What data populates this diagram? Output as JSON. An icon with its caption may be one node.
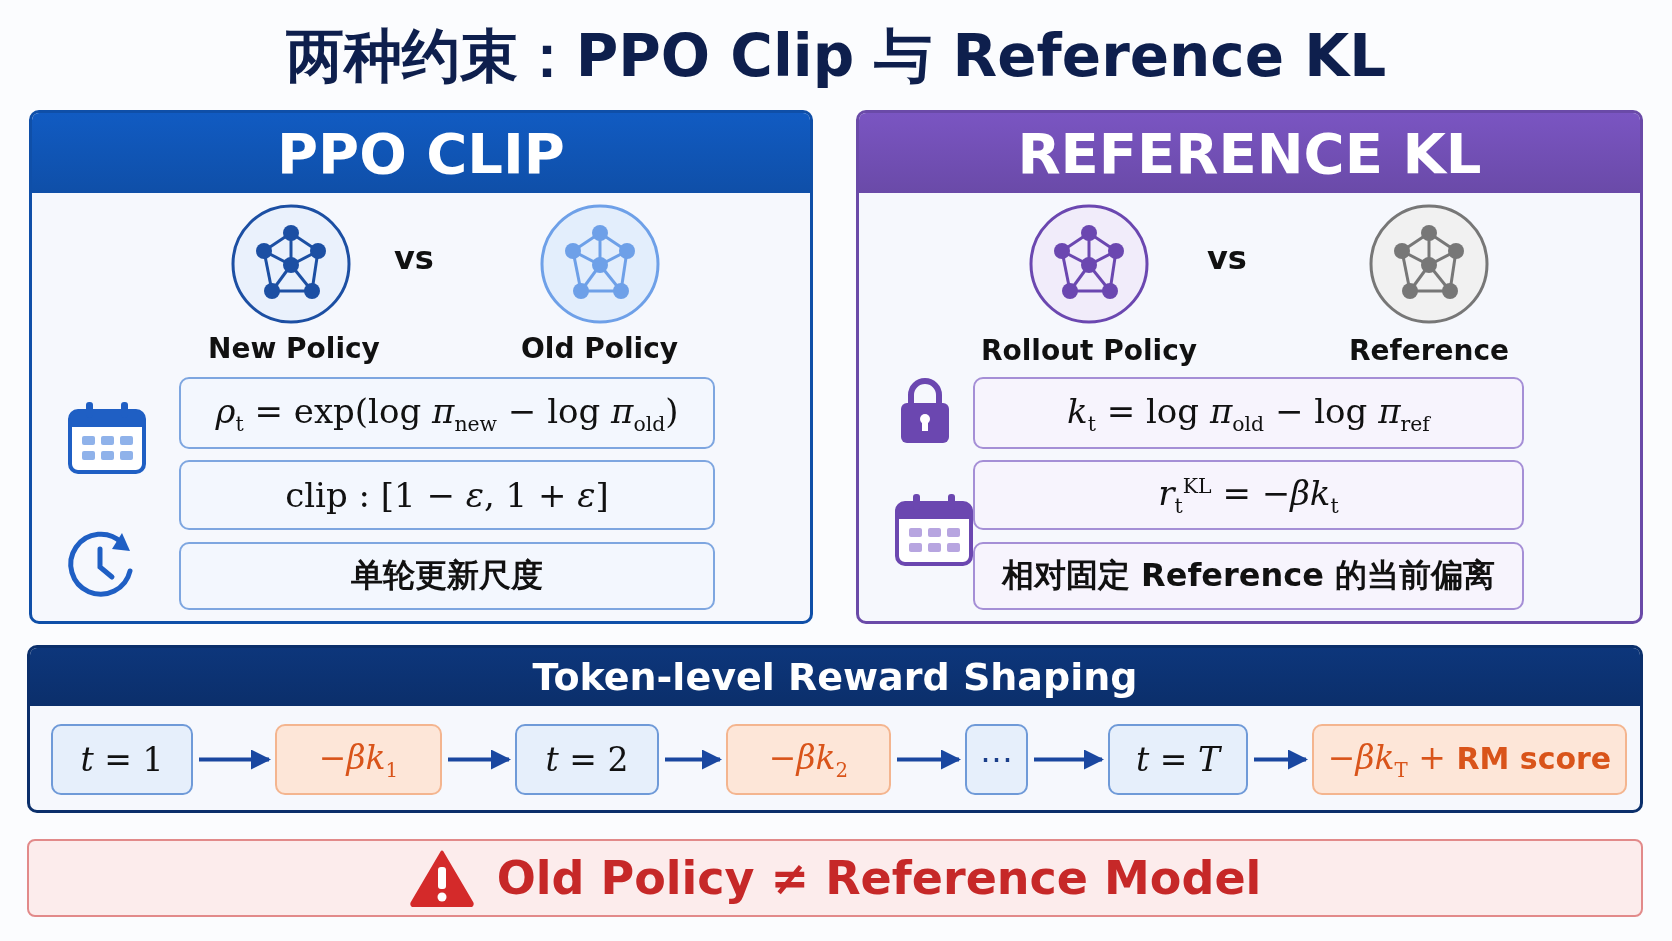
{
  "diagram": {
    "title": "两种约束：PPO Clip 与 Reference KL",
    "nodes": [
      {
        "text": [
          "PPO CLIP"
        ]
      },
      {
        "text": [
          "New Policy"
        ],
        "in": 0
      },
      {
        "text": [
          "Old Policy"
        ],
        "in": 0
      },
      {
        "text": [
          "*ρ*$_{t}$ = exp(log *π*$_{new}$ − log *π*$_{old}$)"
        ],
        "in": 0
      },
      {
        "text": [
          "clip : [1 − *ε*, 1 + *ε*]"
        ],
        "in": 0
      },
      {
        "text": [
          "单轮更新尺度"
        ],
        "in": 0
      },
      {
        "text": [
          "REFERENCE KL"
        ]
      },
      {
        "text": [
          "Rollout Policy"
        ],
        "in": 6
      },
      {
        "text": [
          "Reference"
        ],
        "in": 6
      },
      {
        "text": [
          "*k*$_{t}$ = log *π*$_{old}$ − log *π*$_{ref}$"
        ],
        "in": 6
      },
      {
        "text": [
          "*r*$_{t}$$^{KL}$ = −*βk*$_{t}$"
        ],
        "in": 6
      },
      {
        "text": [
          "相对固定 Reference 的当前偏离"
        ],
        "in": 6
      },
      {
        "text": [
          "Token-level Reward Shaping"
        ]
      },
      {
        "text": [
          "*t* = 1"
        ],
        "in": 12
      },
      {
        "text": [
          "−*βk*$_{1}$"
        ],
        "in": 12
      },
      {
        "text": [
          "*t* = 2"
        ],
        "in": 12
      },
      {
        "text": [
          "−*βk*$_{2}$"
        ],
        "in": 12
      },
      {
        "text": [
          "⋯"
        ],
        "in": 12
      },
      {
        "text": [
          "*t* = *T*"
        ],
        "in": 12
      },
      {
        "text": [
          "−*βk*$_{T}$ + **RM score**"
        ],
        "in": 12
      },
      {
        "text": [
          "Old Policy ≠ Reference Model"
        ]
      }
    ],
    "edges": [
      {
        "from": 13,
        "to": 14,
        "arrow": "to"
      },
      {
        "from": 14,
        "to": 15,
        "arrow": "to"
      },
      {
        "from": 15,
        "to": 16,
        "arrow": "to"
      },
      {
        "from": 16,
        "to": 17,
        "arrow": "to"
      },
      {
        "from": 17,
        "to": 18,
        "arrow": "to"
      },
      {
        "from": 18,
        "to": 19,
        "arrow": "to"
      }
    ],
    "labels": [
      "vs",
      "vs"
    ]
  }
}
